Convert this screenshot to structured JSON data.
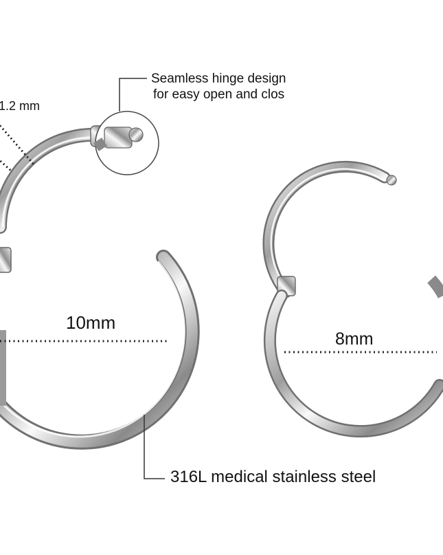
{
  "annotations": {
    "hinge_line1": "Seamless hinge design",
    "hinge_line2": "for easy open and clos",
    "thickness": "1.2 mm",
    "large_diameter": "10mm",
    "small_diameter": "8mm",
    "material": "316L medical stainless steel"
  },
  "colors": {
    "background": "#ffffff",
    "metal_light": "#f2f2f2",
    "metal_mid": "#b9b9b9",
    "metal_dark": "#6f6f6f",
    "callout_line": "#333333",
    "text": "#111111"
  }
}
